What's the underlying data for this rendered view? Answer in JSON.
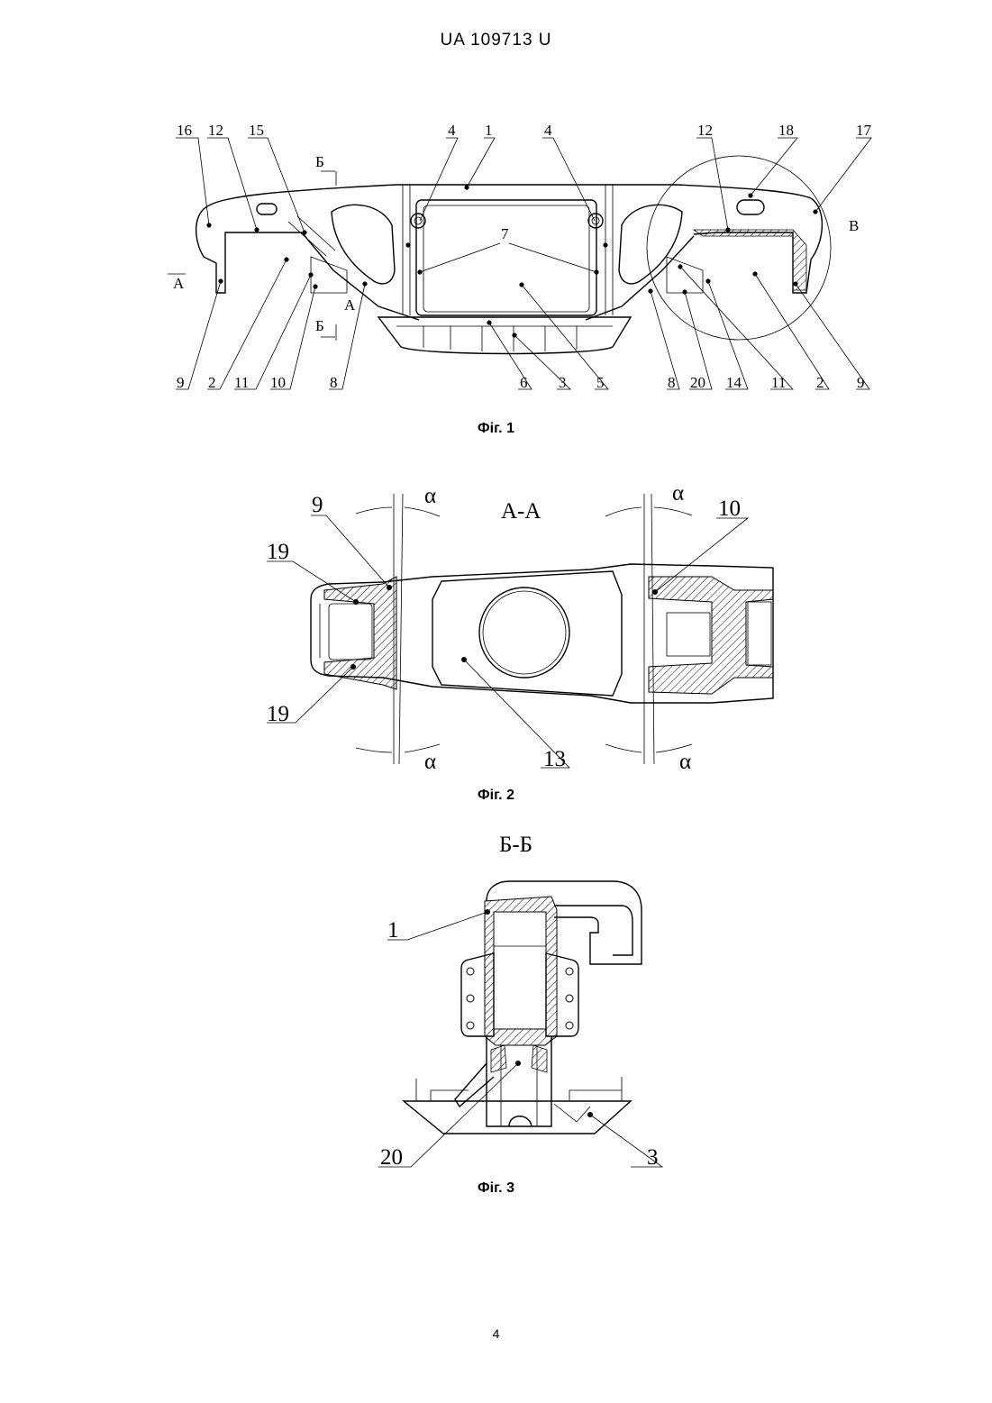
{
  "header": {
    "doc_id": "UA   109713   U"
  },
  "page_number": "4",
  "figures": {
    "fig1": {
      "caption": "Фіг. 1",
      "top_labels": [
        "16",
        "12",
        "15",
        "4",
        "1",
        "4",
        "12",
        "18",
        "17"
      ],
      "bottom_labels": [
        "9",
        "2",
        "11",
        "10",
        "8",
        "6",
        "3",
        "5",
        "8",
        "20",
        "14",
        "11",
        "2",
        "9"
      ],
      "callouts": {
        "seven": "7",
        "b_top": "Б",
        "b_bot": "Б",
        "a_left": "А",
        "a_mid": "А",
        "v": "В"
      }
    },
    "fig2": {
      "caption": "Фіг. 2",
      "title": "А-А",
      "labels": {
        "nine": "9",
        "ten": "10",
        "n19a": "19",
        "n19b": "19",
        "n13": "13"
      },
      "alpha": "α"
    },
    "fig3": {
      "caption": "Фіг. 3",
      "title": "Б-Б",
      "labels": {
        "one": "1",
        "twenty": "20",
        "three": "3"
      }
    }
  }
}
